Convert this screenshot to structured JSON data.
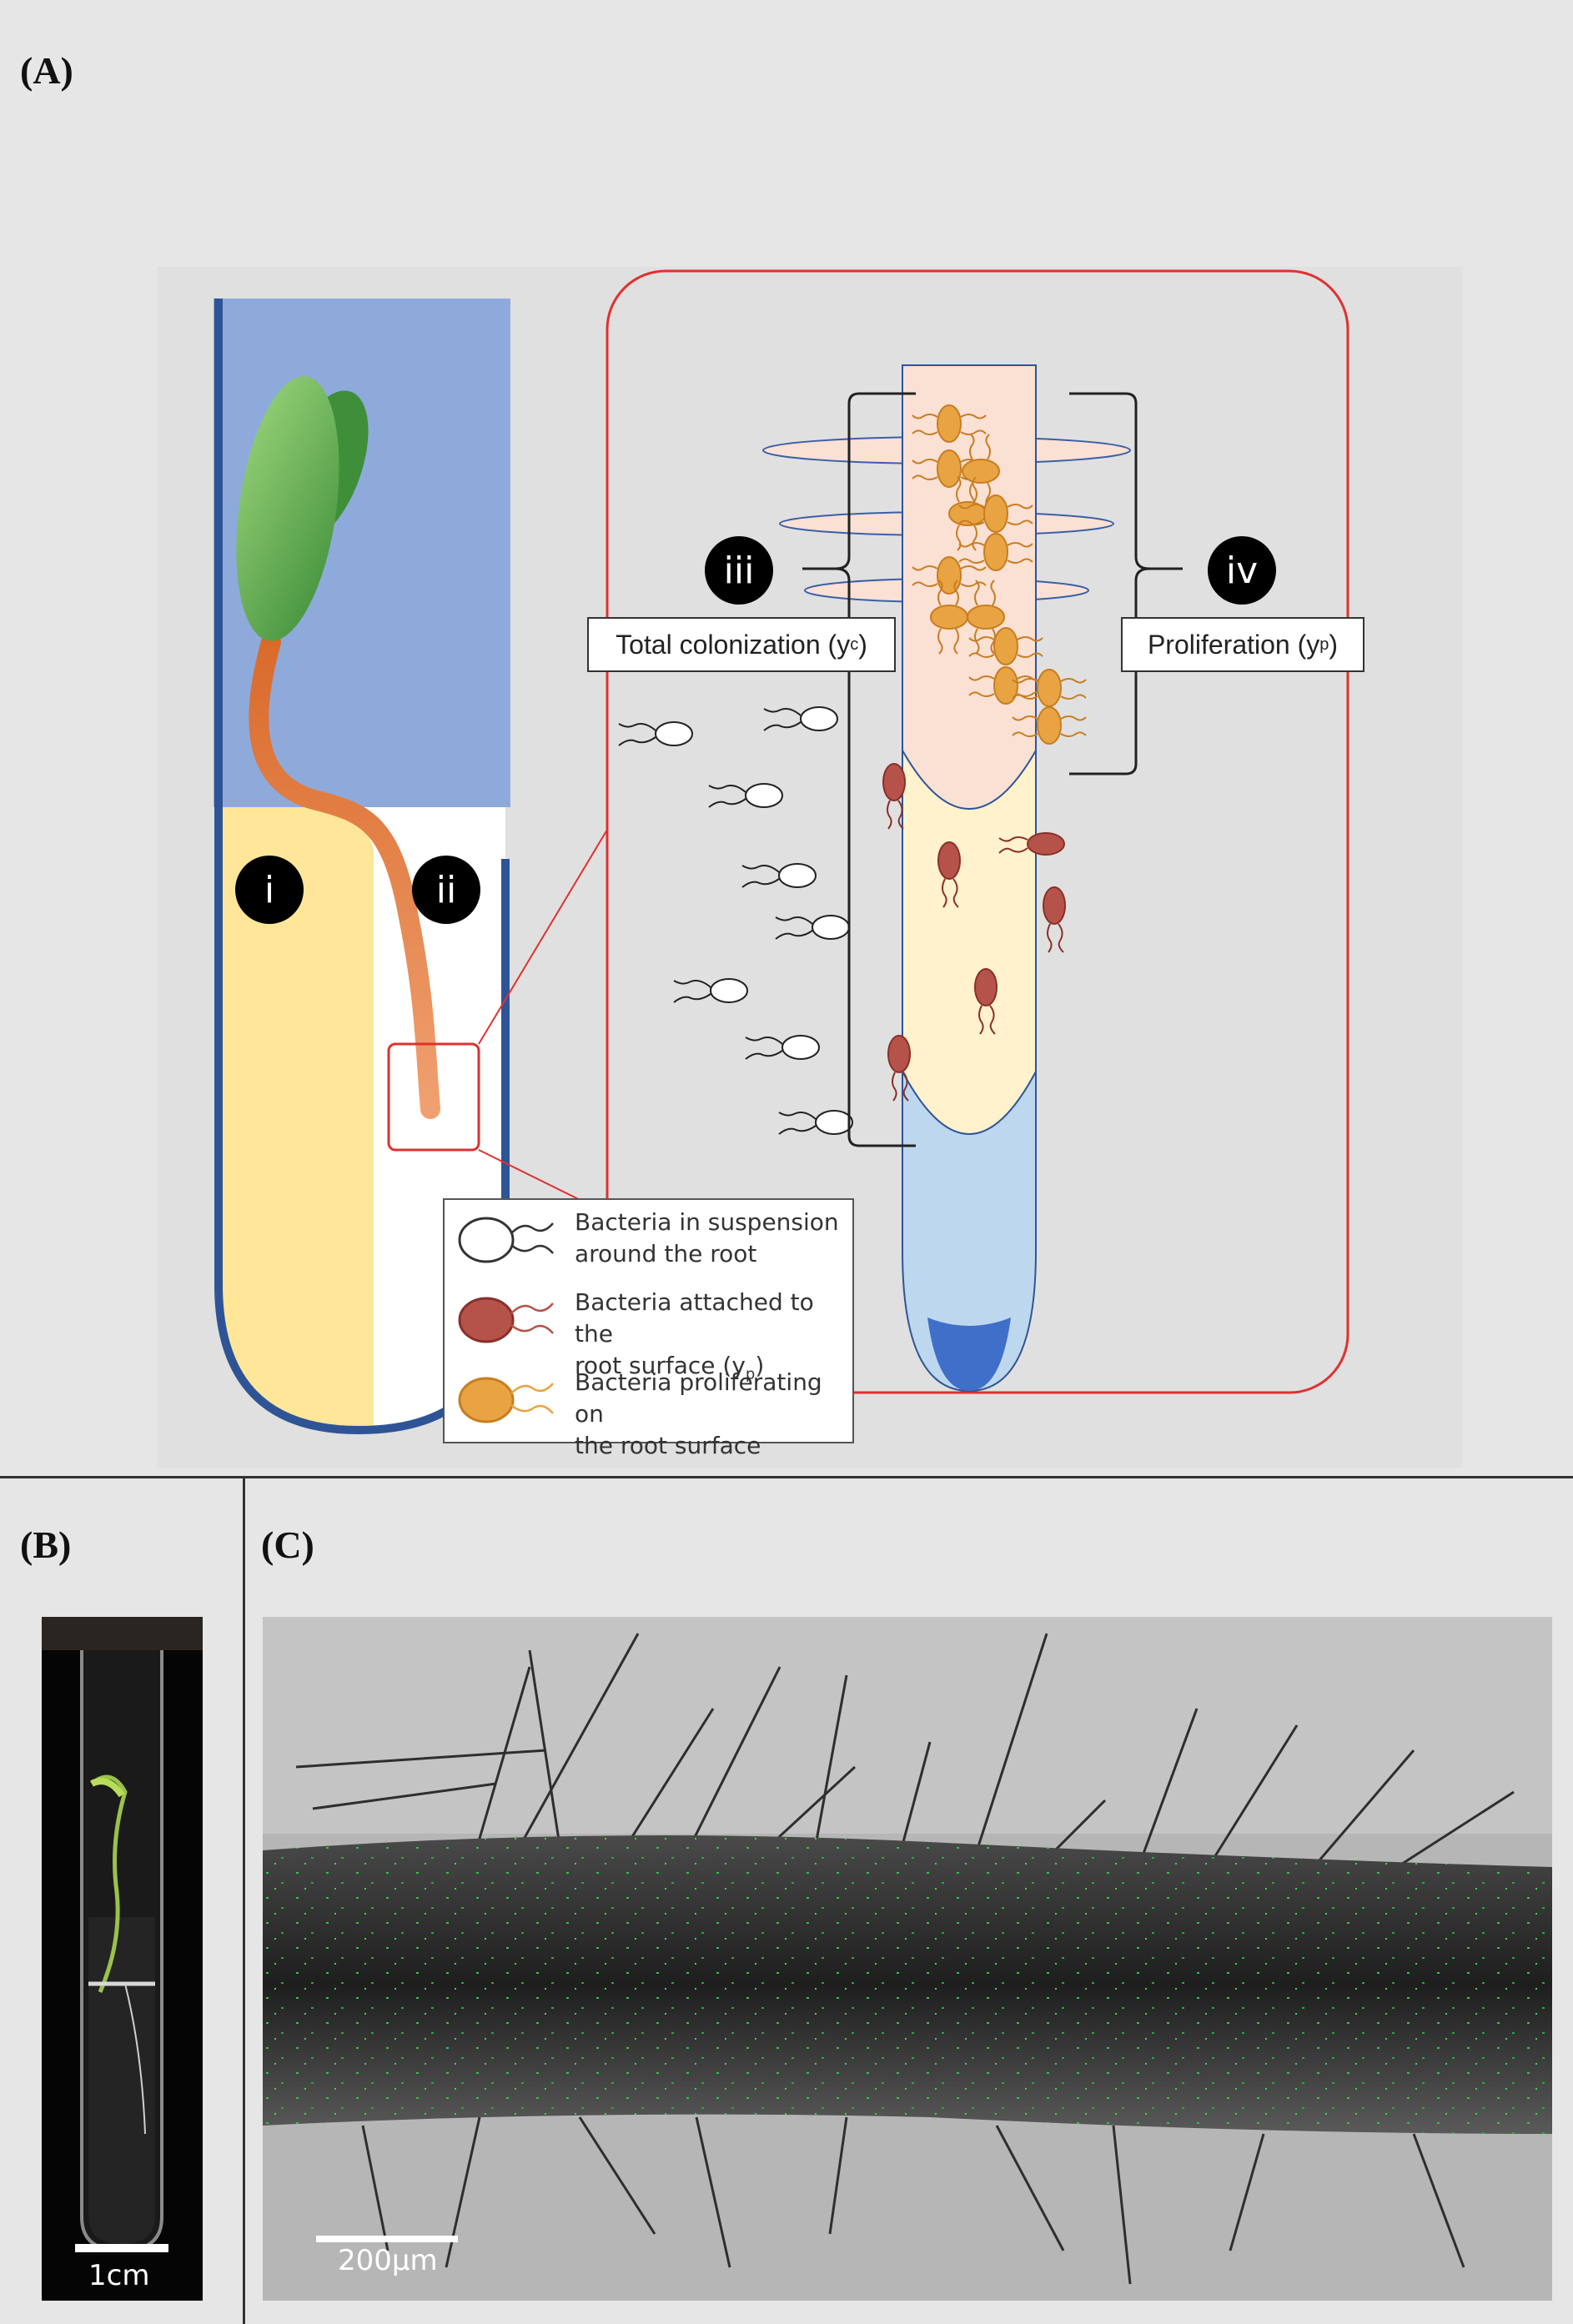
{
  "figure": {
    "panel_a": {
      "label": "(A)",
      "badges": {
        "i": "i",
        "ii": "ii",
        "iii": "iii",
        "iv": "iv"
      },
      "callouts": {
        "total_colonization": {
          "text": "Total colonization (y",
          "sub": "c",
          "close": ")"
        },
        "proliferation": {
          "text": "Proliferation (y",
          "sub": "p",
          "close": ")"
        }
      },
      "legend": [
        {
          "line1": "Bacteria in suspension",
          "line2": "around the root",
          "sub": "",
          "close": "",
          "color": "#ffffff"
        },
        {
          "line1": "Bacteria attached to the",
          "line2": "root surface (y",
          "sub": "p",
          "close": ")",
          "color": "#b5534a"
        },
        {
          "line1": "Bacteria proliferating on",
          "line2": "the root surface",
          "sub": "",
          "close": "",
          "color": "#e8a443"
        }
      ],
      "colors": {
        "medium_blue": "#8eaadb",
        "tube_outline": "#2f5496",
        "agar_yellow": "#ffe699",
        "leaf_green": "#5aa84a",
        "stem_orange": "#e07a35",
        "inset_border": "#e03030",
        "root_tip_pink": "#fbe0d4",
        "root_zone_cream": "#fff2cc",
        "root_cap_blue": "#bdd7ee"
      }
    },
    "panel_b": {
      "label": "(B)",
      "scale_bar": "1cm"
    },
    "panel_c": {
      "label": "(C)",
      "scale_bar": "200μm"
    }
  }
}
